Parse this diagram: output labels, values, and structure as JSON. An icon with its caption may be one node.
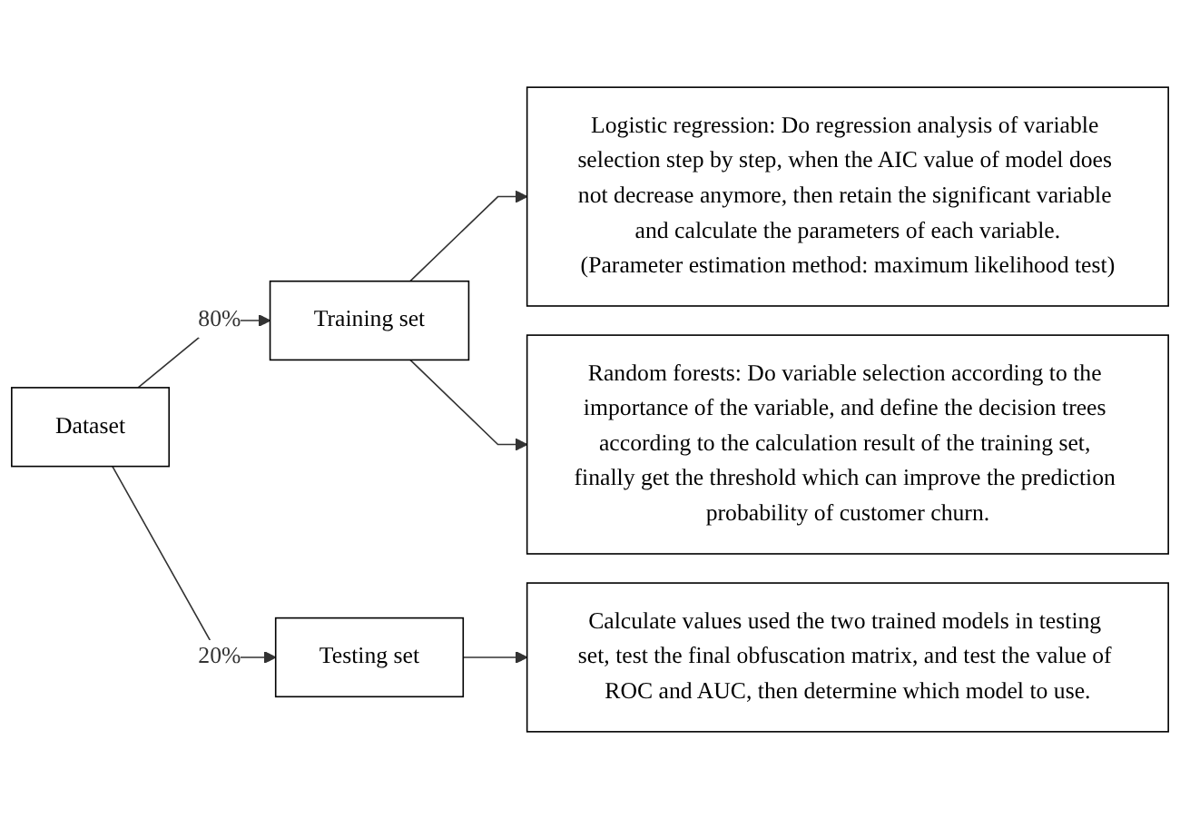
{
  "diagram": {
    "nodes": [
      {
        "text": [
          "Dataset"
        ]
      },
      {
        "text": [
          "Training set"
        ]
      },
      {
        "text": [
          "Testing set"
        ]
      },
      {
        "text": [
          "Logistic regression: Do regression analysis of variable selection step by step, when the AIC value of model does not decrease anymore, then retain the significant variable and calculate the parameters of each variable.",
          "(Parameter estimation method: maximum likelihood test)"
        ]
      },
      {
        "text": [
          "Random forests: Do variable selection according to the importance of the variable, and define the decision trees according to the calculation result of the training set, finally get the threshold which can improve the prediction probability of customer churn."
        ]
      },
      {
        "text": [
          "Calculate values used the two trained models in testing set, test the final obfuscation matrix, and test the value of ROC and AUC, then determine which model to use."
        ]
      }
    ],
    "edges": [
      {
        "from": 0,
        "to": 1,
        "arrow": "to",
        "label": "80%"
      },
      {
        "from": 0,
        "to": 2,
        "arrow": "to",
        "label": "20%"
      },
      {
        "from": 1,
        "to": 3,
        "arrow": "to"
      },
      {
        "from": 1,
        "to": 4,
        "arrow": "to"
      },
      {
        "from": 2,
        "to": 5,
        "arrow": "to"
      }
    ]
  }
}
